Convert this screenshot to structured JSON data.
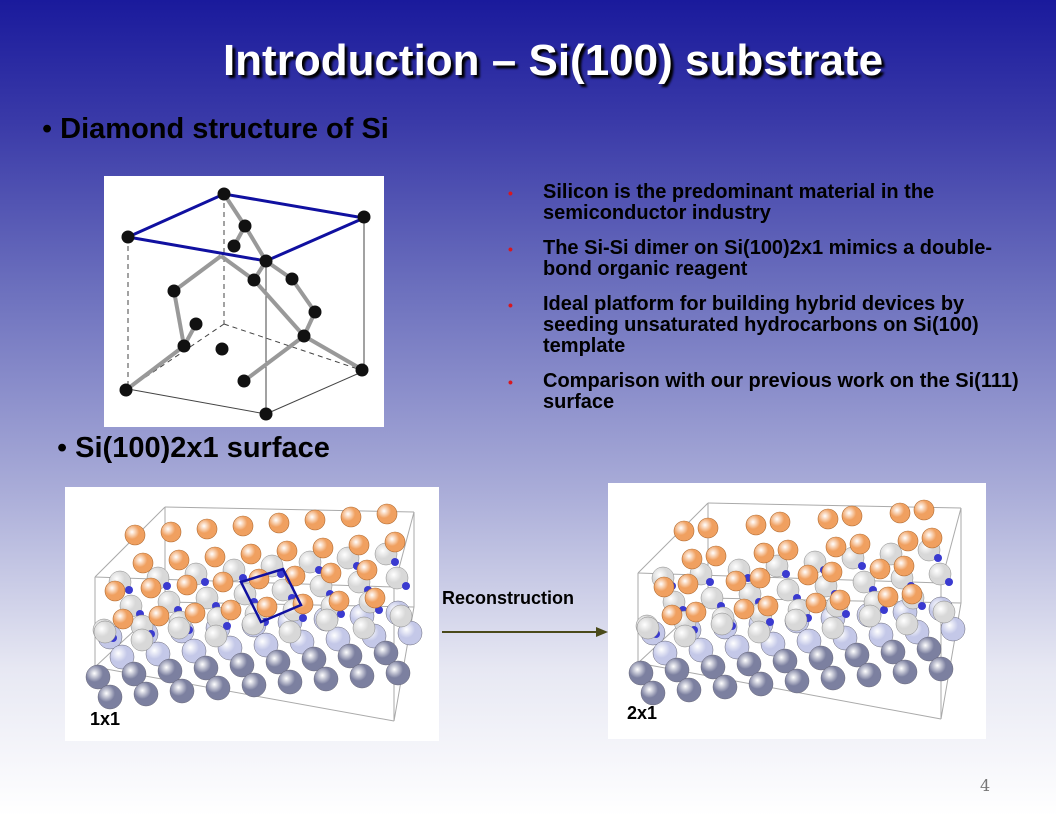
{
  "slide": {
    "title": "Introduction – Si(100) substrate",
    "bullet_glyph": "•",
    "heading1": "Diamond structure of Si",
    "heading2": "Si(100)2x1 surface",
    "points": [
      "Silicon is the predominant material in the semiconductor industry",
      "The Si-Si dimer on Si(100)2x1 mimics a double-bond organic reagent",
      "Ideal platform for building hybrid devices by seeding unsaturated hydrocarbons on Si(100) template",
      "Comparison with our previous work on the Si(111) surface"
    ],
    "label_1x1": "1x1",
    "label_2x1": "2x1",
    "label_reconstruction": "Reconstruction",
    "page_number": "4"
  },
  "colors": {
    "bullet_red": "#d8171f",
    "cell_blue": "#1010a0",
    "atom_orange": "#f0a060",
    "atom_lightgray": "#d8d8d8",
    "atom_lavender": "#c4c8e8",
    "atom_slate": "#7c80a0",
    "arrow_olive": "#4a4a1a"
  }
}
